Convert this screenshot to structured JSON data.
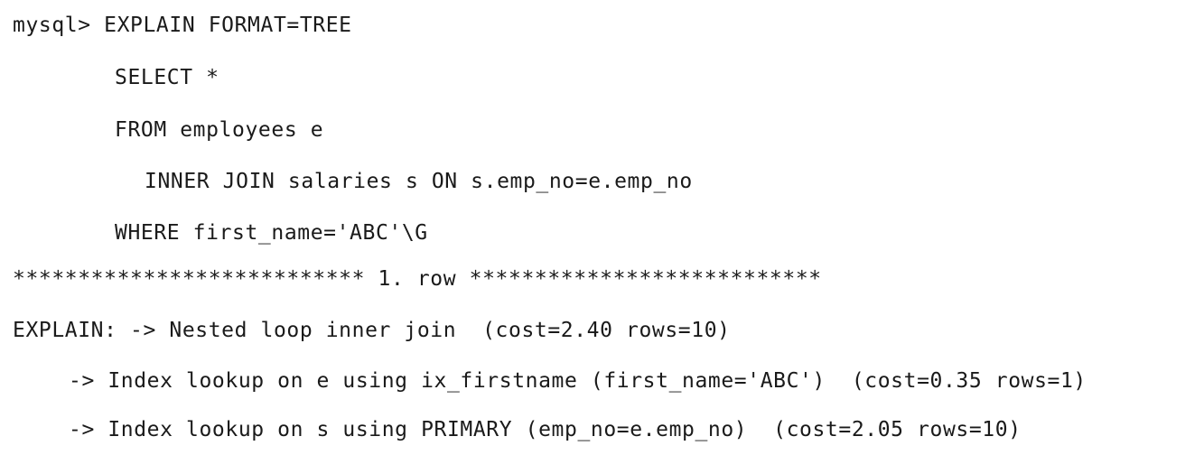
{
  "terminal": {
    "prompt": "mysql>",
    "lines": [
      "mysql> EXPLAIN FORMAT=TREE",
      "SELECT *",
      "FROM employees e",
      "INNER JOIN salaries s ON s.emp_no=e.emp_no",
      "WHERE first_name='ABC'\\G",
      "*************************** 1. row ***************************",
      "EXPLAIN: -> Nested loop inner join  (cost=2.40 rows=10)",
      "-> Index lookup on e using ix_firstname (first_name='ABC')  (cost=0.35 rows=1)",
      "-> Index lookup on s using PRIMARY (emp_no=e.emp_no)  (cost=2.05 rows=10)"
    ]
  }
}
